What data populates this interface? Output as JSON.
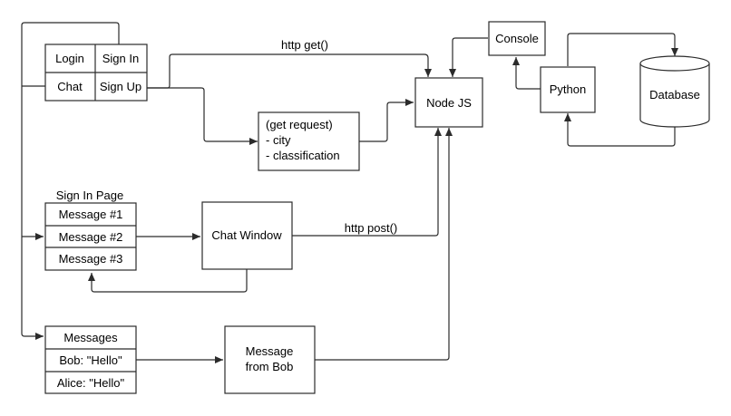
{
  "nodes": {
    "login": "Login",
    "sign_in": "Sign In",
    "chat": "Chat",
    "sign_up": "Sign Up",
    "get_request": {
      "line1": "(get request)",
      "line2": "- city",
      "line3": "- classification"
    },
    "node_js": "Node JS",
    "console": "Console",
    "python": "Python",
    "database": "Database",
    "sign_in_page": {
      "title": "Sign In Page",
      "rows": [
        "Message #1",
        "Message #2",
        "Message #3"
      ]
    },
    "chat_window": "Chat Window",
    "messages": {
      "title": "Messages",
      "rows": [
        "Bob: \"Hello\"",
        "Alice: \"Hello\""
      ]
    },
    "message_from_bob": {
      "line1": "Message",
      "line2": "from Bob"
    }
  },
  "edges": {
    "http_get": "http get()",
    "http_post": "http post()"
  }
}
